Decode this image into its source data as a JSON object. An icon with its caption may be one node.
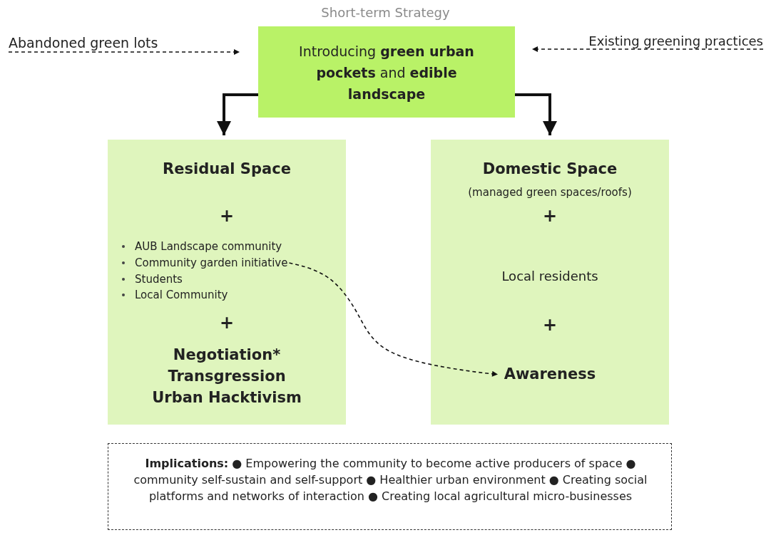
{
  "diagram": {
    "title": "Short-term Strategy",
    "nodes": [
      {
        "text": [
          "Abandoned green lots"
        ]
      },
      {
        "text": [
          "Introducing **green urban pockets** and **edible landscape**"
        ]
      },
      {
        "text": [
          "Existing greening practices"
        ]
      },
      {
        "text": [
          "Residual Space",
          "+",
          "+",
          "Negotiation* Transgression Urban Hacktivism"
        ]
      },
      {
        "text": [
          "AUB Landscape community"
        ],
        "in": 3
      },
      {
        "text": [
          "Community garden initiative"
        ],
        "in": 3
      },
      {
        "text": [
          "Students"
        ],
        "in": 3
      },
      {
        "text": [
          "Local Community"
        ],
        "in": 3
      },
      {
        "text": [
          "Domestic Space",
          "(managed green spaces/roofs)",
          "+",
          "Local residents",
          "+"
        ]
      },
      {
        "text": [
          "Awareness"
        ],
        "in": 8
      },
      {
        "text": [
          "**Implications:** ● Empowering the community to become active producers of space ● community self-sustain and self-support ● Healthier urban environment ● Creating social platforms and networks of interaction ● Creating local agricultural micro-businesses"
        ]
      }
    ],
    "edges": [
      {
        "from": 0,
        "to": 1,
        "arrow": "to",
        "style": "dashed"
      },
      {
        "from": 2,
        "to": 1,
        "arrow": "to",
        "style": "dashed"
      },
      {
        "from": 1,
        "to": 3,
        "arrow": "to",
        "style": "thick"
      },
      {
        "from": 1,
        "to": 8,
        "arrow": "to",
        "style": "thick"
      },
      {
        "from": 5,
        "to": 9,
        "arrow": "to",
        "style": "dashed"
      }
    ]
  }
}
